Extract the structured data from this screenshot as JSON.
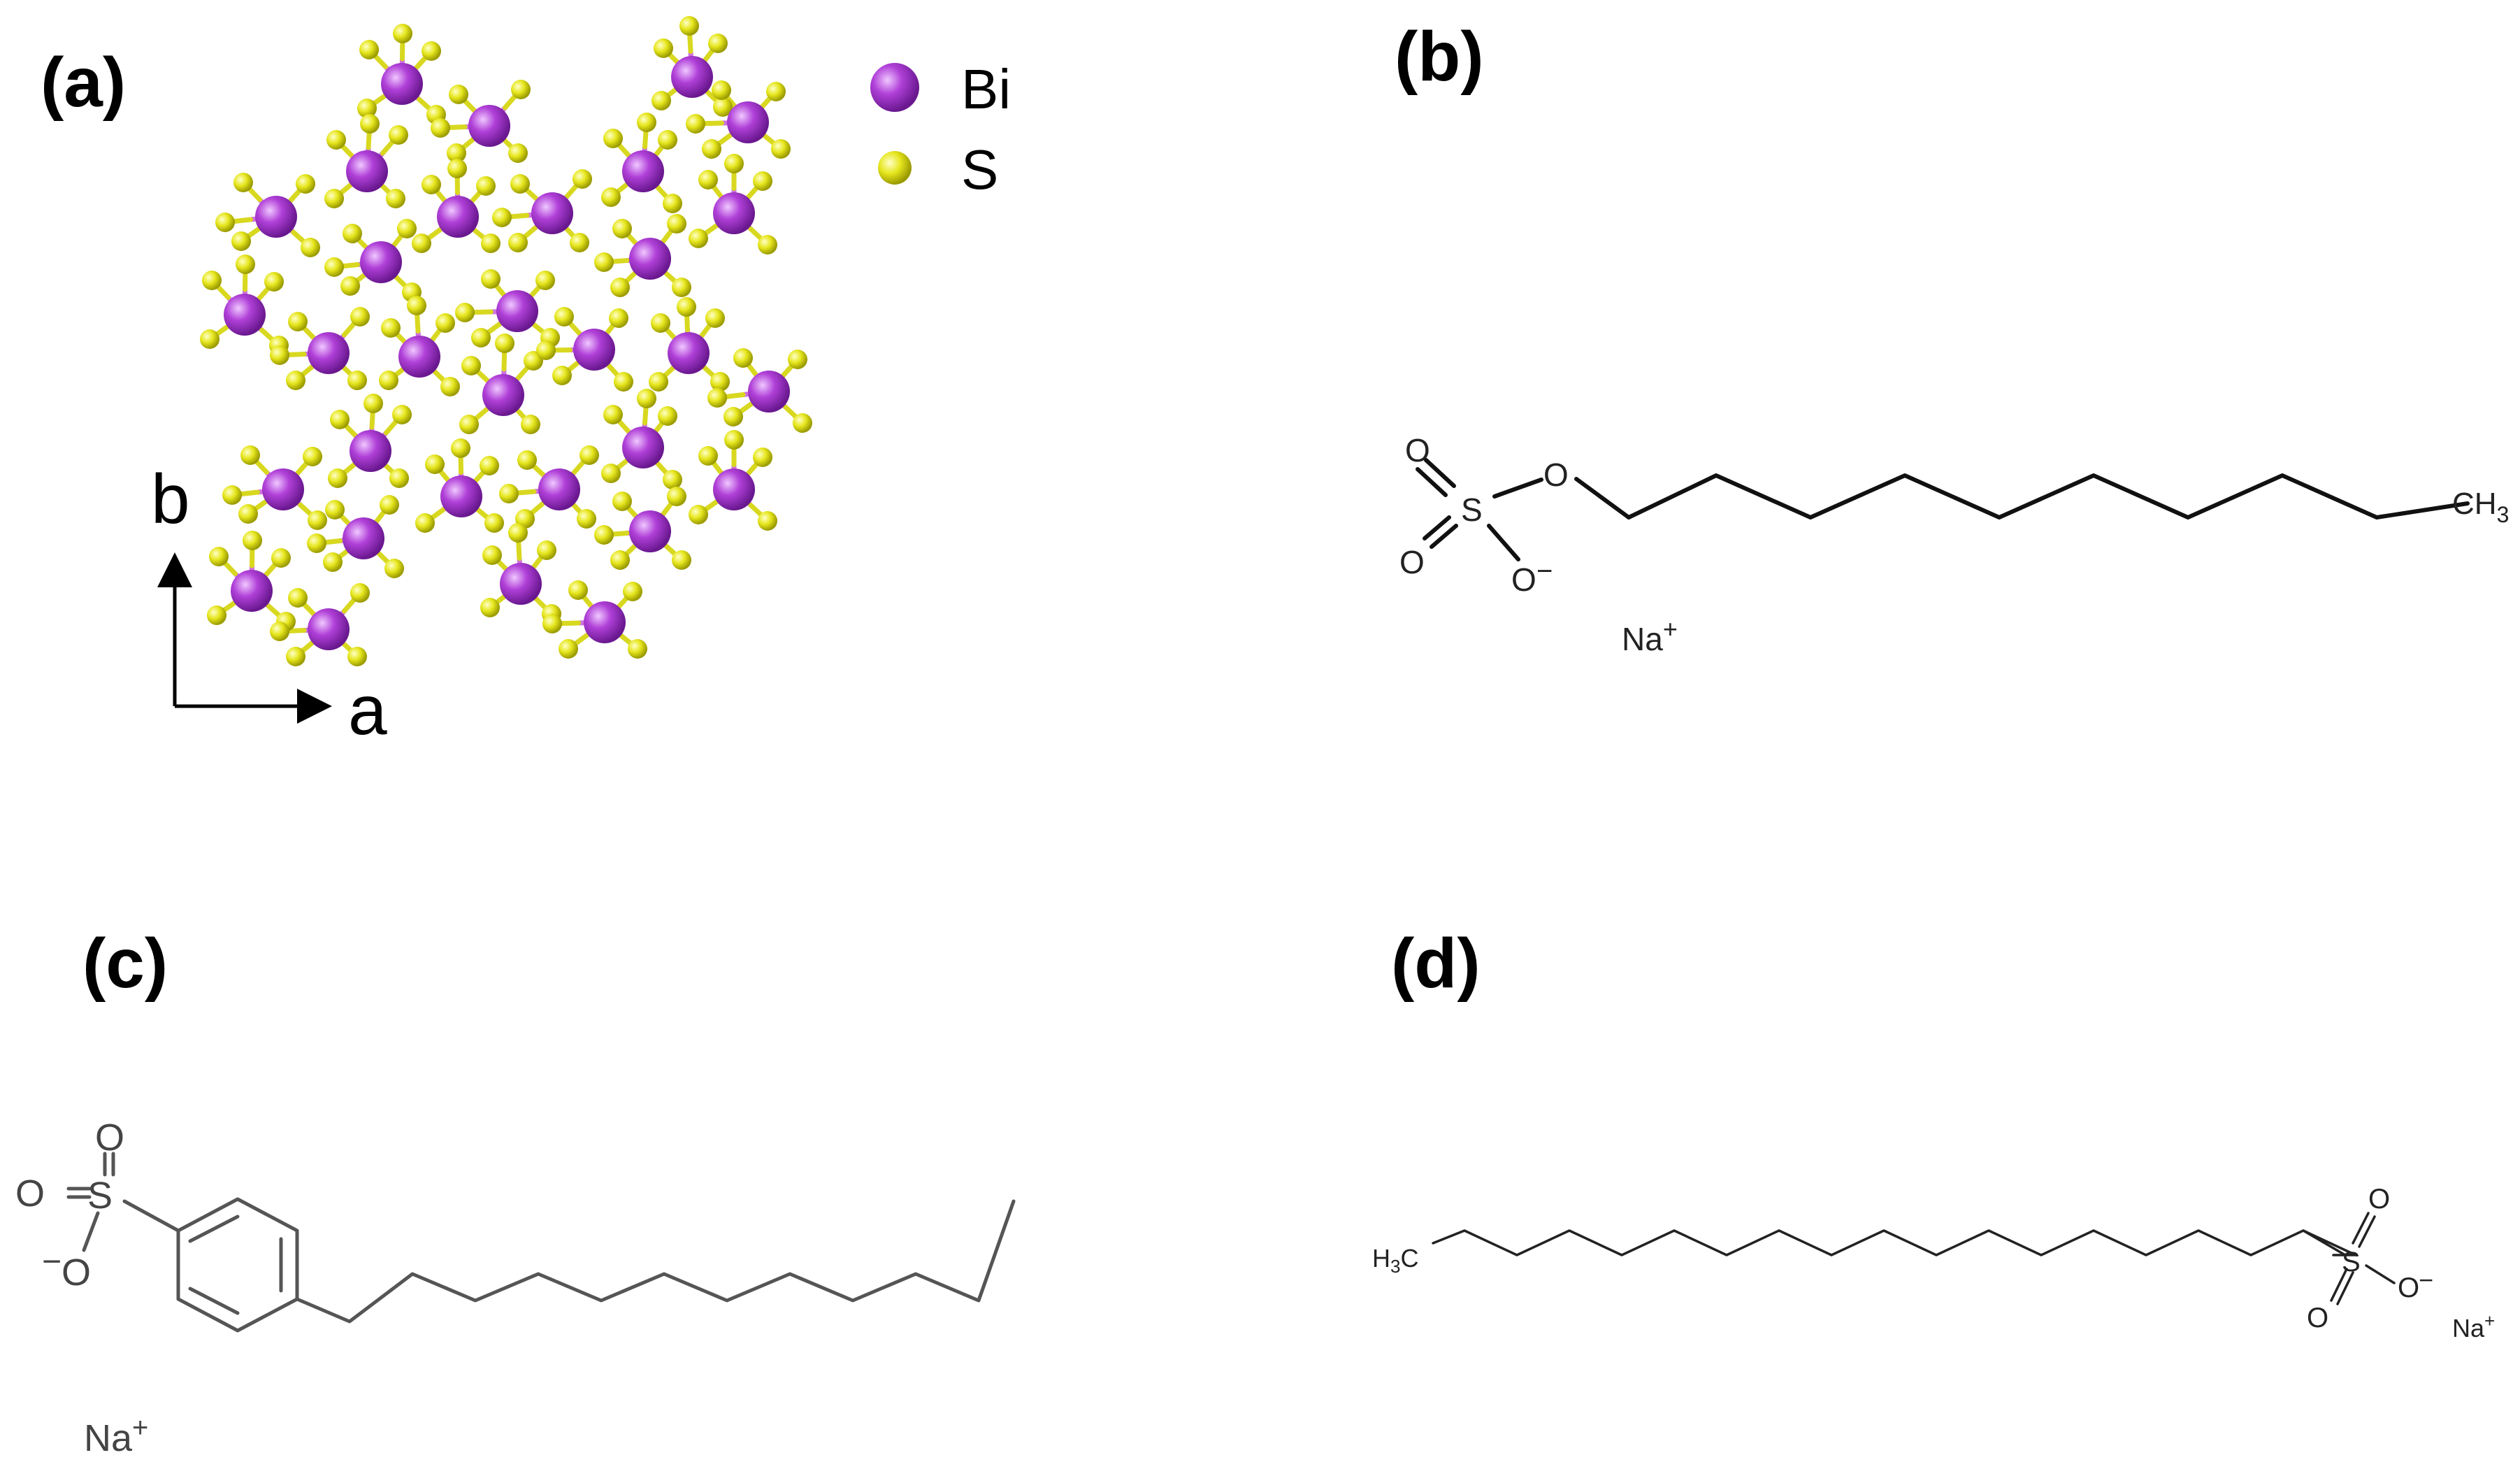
{
  "panels": {
    "a": {
      "label": "(a)",
      "legend": [
        {
          "label": "Bi",
          "color": "#b040d8"
        },
        {
          "label": "S",
          "color": "#e6e61e"
        }
      ],
      "axis_b": "b",
      "axis_a": "a"
    },
    "b": {
      "label": "(b)",
      "atoms": {
        "o_top": "O",
        "o_bottom": "O",
        "s": "S",
        "o_ester": "O",
        "o_minus": "O",
        "minus": "−",
        "ch3": "CH",
        "ch3_sub": "3",
        "na": "Na",
        "na_charge": "+"
      }
    },
    "c": {
      "label": "(c)",
      "atoms": {
        "o_top": "O",
        "o_left": "O",
        "s": "S",
        "o_minus": "O",
        "minus": "−",
        "na": "Na",
        "na_charge": "+"
      }
    },
    "d": {
      "label": "(d)",
      "atoms": {
        "h3c_h": "H",
        "h3c_sub": "3",
        "h3c_c": "C",
        "s": "S",
        "o_top": "O",
        "o_bottom": "O",
        "o_minus": "O",
        "minus": "−",
        "na": "Na",
        "na_charge": "+"
      }
    }
  },
  "colors": {
    "bismuth": "#b040d8",
    "sulfur": "#e6e61e",
    "bi_bond": "#d070e0",
    "s_bond": "#d8d820"
  }
}
